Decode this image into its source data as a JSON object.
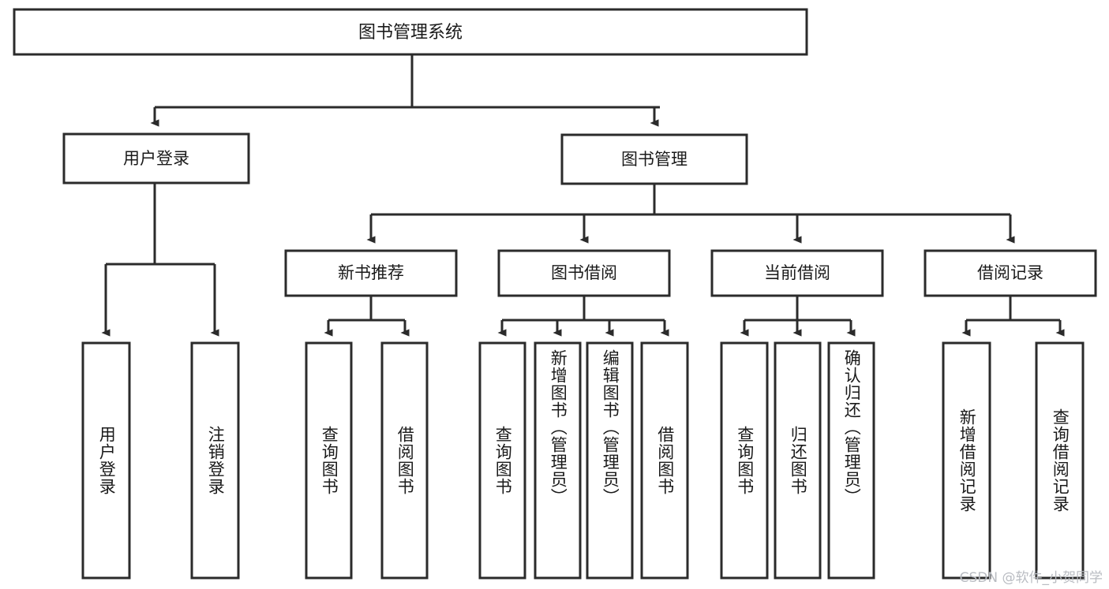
{
  "diagram": {
    "type": "tree-hierarchy-chart",
    "title": "图书管理系统",
    "root": {
      "label": "图书管理系统"
    },
    "level1": [
      {
        "label": "用户登录"
      },
      {
        "label": "图书管理"
      }
    ],
    "level2": [
      {
        "label": "新书推荐",
        "parent": "图书管理"
      },
      {
        "label": "图书借阅",
        "parent": "图书管理"
      },
      {
        "label": "当前借阅",
        "parent": "图书管理"
      },
      {
        "label": "借阅记录",
        "parent": "图书管理"
      }
    ],
    "leaves": {
      "user_login": [
        {
          "label": "用户登录"
        },
        {
          "label": "注销登录"
        }
      ],
      "new_book_recommend": [
        {
          "label": "查询图书"
        },
        {
          "label": "借阅图书"
        }
      ],
      "book_borrow": [
        {
          "label": "查询图书"
        },
        {
          "label": "新增图书（管理员）"
        },
        {
          "label": "编辑图书（管理员）"
        },
        {
          "label": "借阅图书"
        }
      ],
      "current_borrow": [
        {
          "label": "查询图书"
        },
        {
          "label": "归还图书"
        },
        {
          "label": "确认归还（管理员）"
        }
      ],
      "borrow_records": [
        {
          "label": "新增借阅记录"
        },
        {
          "label": "查询借阅记录"
        }
      ]
    },
    "colors": {
      "box_fill": "#ffffff",
      "box_stroke": "#2b2b2b",
      "edge": "#2b2b2b",
      "text": "#1a1a1a",
      "watermark": "#b9bcc2",
      "background": "#ffffff"
    }
  },
  "watermark": {
    "text": "CSDN @软件_小贺同学"
  }
}
